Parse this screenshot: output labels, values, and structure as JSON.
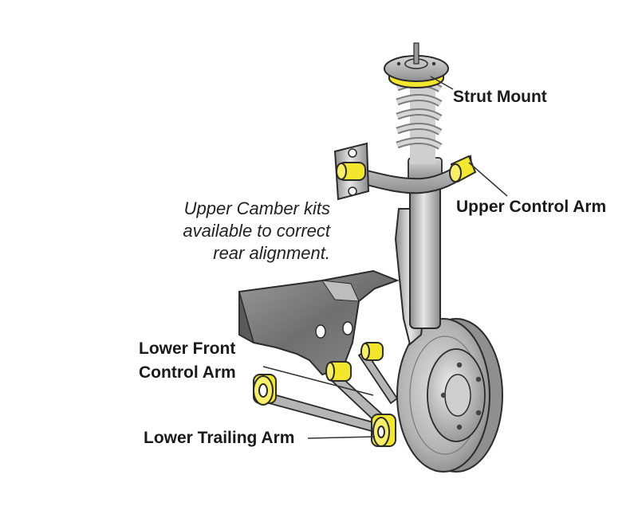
{
  "colors": {
    "bushing": "#f2e62e",
    "bushing_edge": "#b8ac18",
    "metal_light": "#dcdcdc",
    "metal_mid": "#a8a8a8",
    "metal_dark": "#6e6e6e",
    "outline": "#2b2b2b",
    "leader": "#333333"
  },
  "labels": {
    "strut_mount": "Strut Mount",
    "upper_control_arm": "Upper Control Arm",
    "lower_front_control_arm_line1": "Lower Front",
    "lower_front_control_arm_line2": "Control Arm",
    "lower_trailing_arm": "Lower Trailing Arm"
  },
  "note": {
    "line1": "Upper Camber kits",
    "line2": "available to correct",
    "line3": "rear alignment."
  }
}
